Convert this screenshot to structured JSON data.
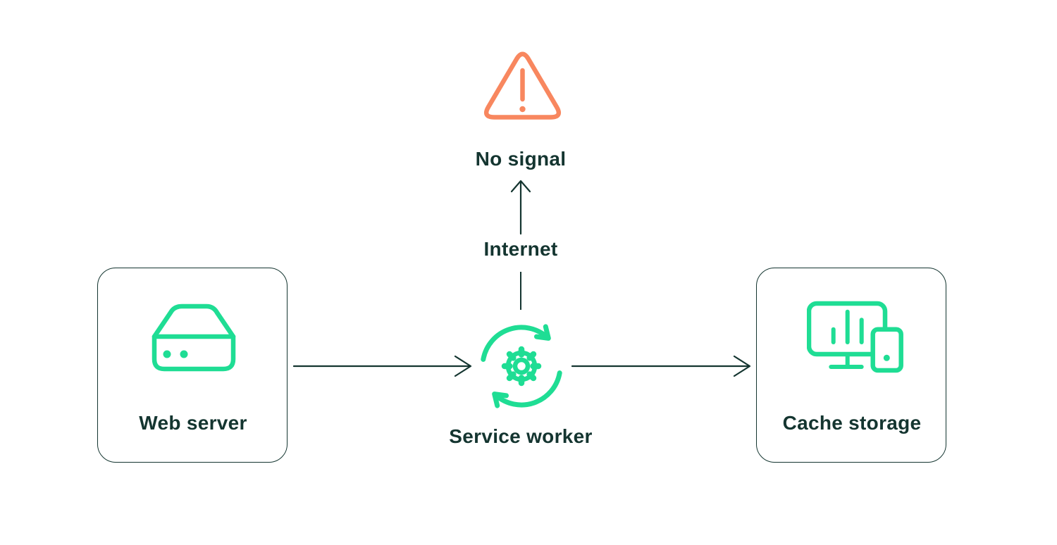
{
  "colors": {
    "accent_green": "#1FDD94",
    "warning_orange": "#F8875F",
    "ink_dark": "#143530",
    "background": "#FFFFFF"
  },
  "nodes": {
    "no_signal": "No signal",
    "internet": "Internet",
    "service_worker": "Service worker",
    "web_server": "Web server",
    "cache_storage": "Cache storage"
  }
}
